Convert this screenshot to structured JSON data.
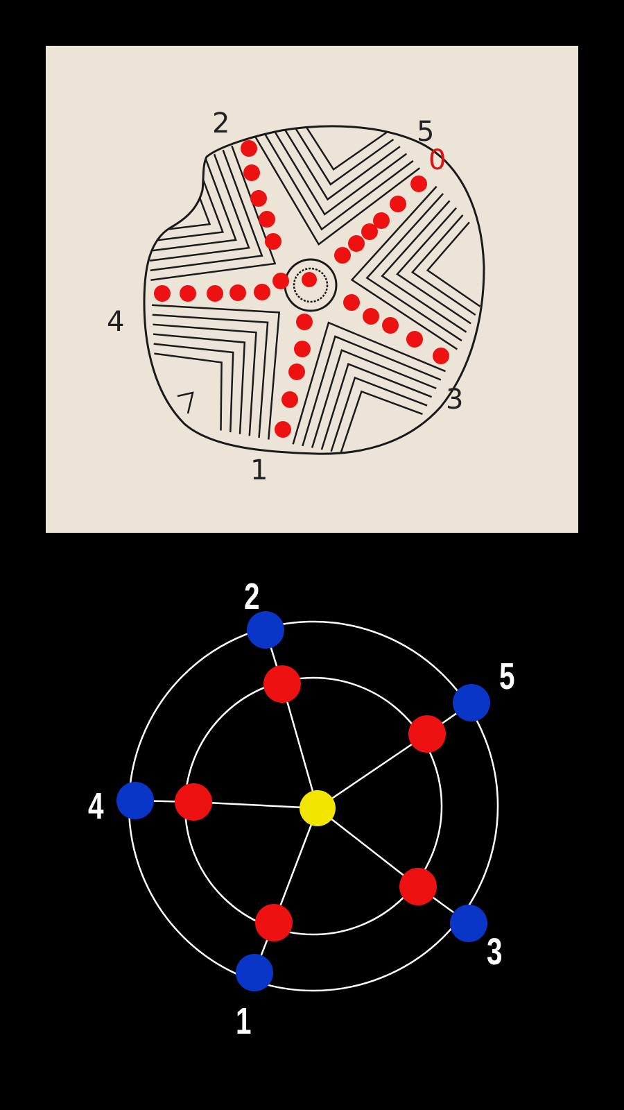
{
  "top_drawing": {
    "labels": [
      "1",
      "2",
      "3",
      "4",
      "5"
    ],
    "zero_label": "0",
    "colors": {
      "paper": "#ece4d6",
      "ink": "#1a1a1a",
      "dots": "#ee1111"
    }
  },
  "bottom_diagram": {
    "labels": [
      "1",
      "2",
      "3",
      "4",
      "5"
    ],
    "colors": {
      "background": "#000000",
      "rings": "#ffffff",
      "outer_nodes": "#0a36c8",
      "inner_nodes": "#ee1111",
      "center_node": "#f2e500"
    }
  }
}
